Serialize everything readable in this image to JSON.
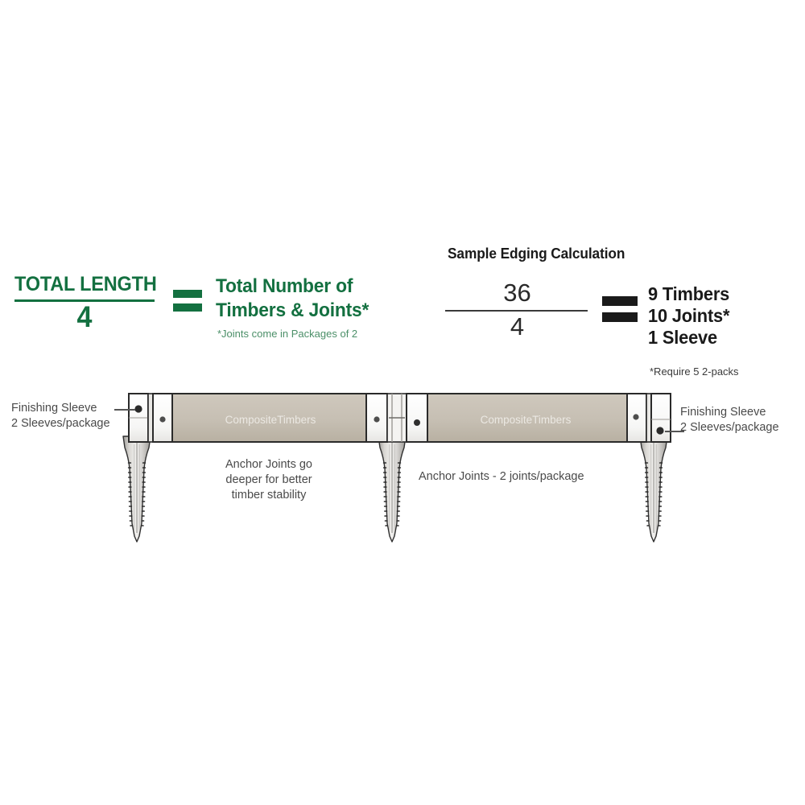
{
  "formula": {
    "numerator": "TOTAL LENGTH",
    "denominator": "4",
    "equals": "=",
    "result_line1": "Total Number of",
    "result_line2": "Timbers & Joints*",
    "result_text": "Total Number of\nTimbers & Joints*",
    "footnote": "*Joints come in Packages of 2",
    "color_green": "#137040",
    "color_green_light": "#4b8f68"
  },
  "sample": {
    "title": "Sample Edging Calculation",
    "numerator": "36",
    "denominator": "4",
    "equals": "=",
    "result_line1": "9 Timbers",
    "result_line2": "10 Joints*",
    "result_line3": "1 Sleeve",
    "result_text": "9 Timbers\n10 Joints*\n1 Sleeve",
    "footnote": "*Require 5 2-packs",
    "color_black": "#1a1a1a"
  },
  "diagram": {
    "timber_label": "CompositeTimbers",
    "callout_left": "Finishing Sleeve\n2 Sleeves/package",
    "callout_right": "Finishing Sleeve\n2 Sleeves/package",
    "note_anchor_deep": "Anchor Joints go deeper for better timber stability",
    "note_anchor_package": "Anchor Joints - 2 joints/package",
    "colors": {
      "timber": "#c3bbae",
      "timber_shadow": "#b5ab9c",
      "sleeve": "#fbfbfb",
      "outline": "#2a2a2a",
      "spike": "#d8d6d2"
    }
  }
}
